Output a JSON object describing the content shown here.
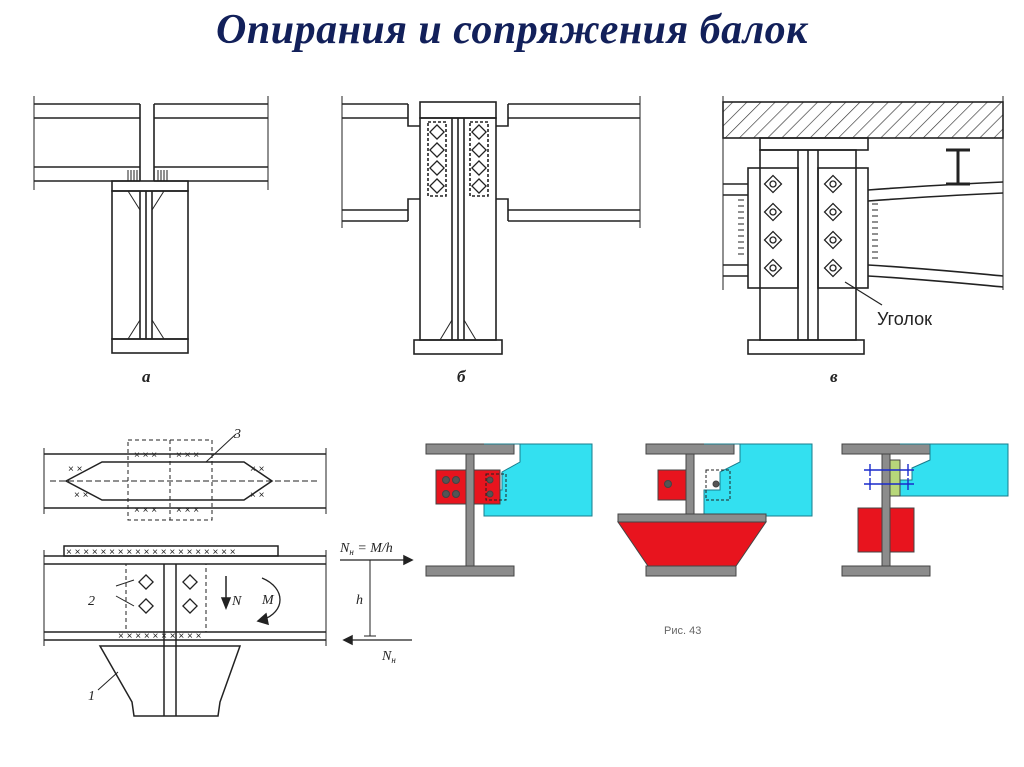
{
  "page": {
    "title": "Опирания и сопряжения балок"
  },
  "figures": {
    "label_a": "а",
    "label_b": "б",
    "label_v": "в",
    "angle_label": "Уголок",
    "callout_3": "3",
    "callout_2": "2",
    "callout_1": "1",
    "force_top": "N",
    "force_top_sub": "н",
    "force_top_eq": " = M/h",
    "force_bottom": "N",
    "force_bottom_sub": "н",
    "axial_N": "N",
    "moment_M": "M",
    "height_h": "h",
    "figure_caption": "Рис. 43"
  },
  "colors": {
    "title": "#12205a",
    "beam_cyan": "#33e0f0",
    "plate_red": "#e8141e",
    "steel_gray": "#8c8c8c",
    "stiffener_green": "#b7d77a",
    "bolt_blue": "#1a2acc"
  }
}
